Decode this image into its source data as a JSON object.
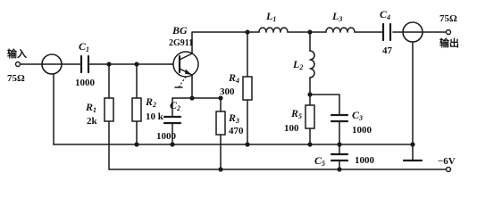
{
  "input": {
    "label": "输入",
    "impedance": "75Ω"
  },
  "output": {
    "label": "输出",
    "impedance": "75Ω"
  },
  "transistor": {
    "ref": "BG",
    "part": "2G911"
  },
  "components": {
    "C1": {
      "ref": "C",
      "sub": "1",
      "value": "1000"
    },
    "C2": {
      "ref": "C",
      "sub": "2",
      "value": "1000"
    },
    "C3": {
      "ref": "C",
      "sub": "3",
      "value": "1000"
    },
    "C4": {
      "ref": "C",
      "sub": "4",
      "value": "47"
    },
    "C5": {
      "ref": "C",
      "sub": "5",
      "value": "1000"
    },
    "R1": {
      "ref": "R",
      "sub": "1",
      "value": "2k"
    },
    "R2": {
      "ref": "R",
      "sub": "2",
      "value": "10 k"
    },
    "R3": {
      "ref": "R",
      "sub": "3",
      "value": "470"
    },
    "R4": {
      "ref": "R",
      "sub": "4",
      "value": "300"
    },
    "R5": {
      "ref": "R",
      "sub": "5",
      "value": "100"
    },
    "L1": {
      "ref": "L",
      "sub": "1"
    },
    "L2": {
      "ref": "L",
      "sub": "2"
    },
    "L3": {
      "ref": "L",
      "sub": "3"
    }
  },
  "supply": {
    "voltage": "−6V"
  }
}
